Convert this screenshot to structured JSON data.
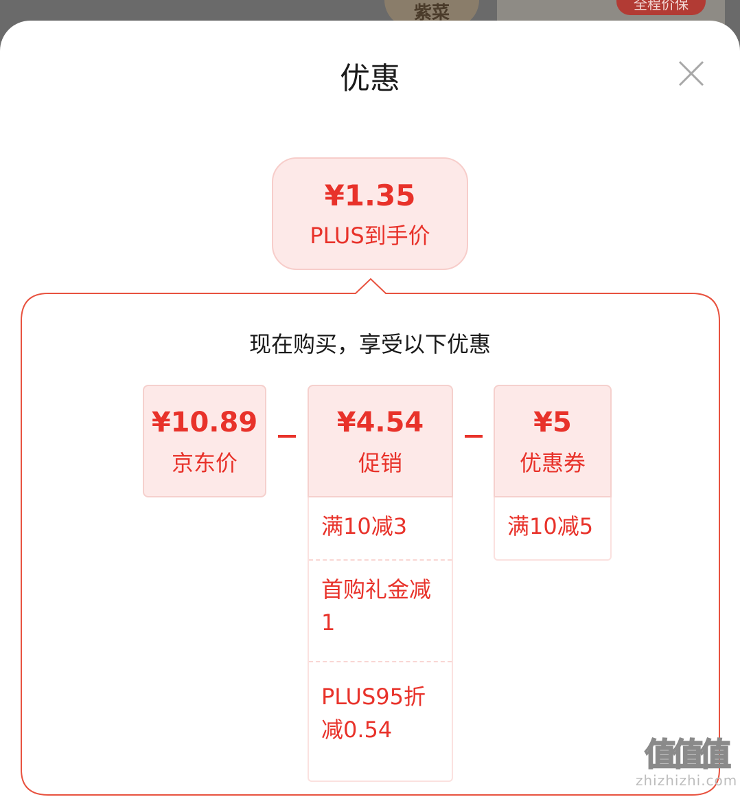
{
  "background": {
    "badge_text": "紫菜",
    "pill_text": "全程价保"
  },
  "sheet": {
    "title": "优惠",
    "close_icon": "close-icon"
  },
  "final_price": {
    "value": "¥1.35",
    "label": "PLUS到手价"
  },
  "breakdown": {
    "heading": "现在购买，享受以下优惠",
    "cards": [
      {
        "value": "¥10.89",
        "label": "京东价"
      },
      {
        "value": "¥4.54",
        "label": "促销"
      },
      {
        "value": "¥5",
        "label": "优惠券"
      }
    ],
    "promo_items": [
      "满10减3",
      "首购礼金减1",
      "PLUS95折减0.54"
    ],
    "coupon_items": [
      "满10减5"
    ]
  },
  "watermark": {
    "logo": "值值值",
    "url": "zhizhizhi.com"
  },
  "colors": {
    "accent": "#e8322a",
    "card_bg": "#fde9e8",
    "panel_border": "#e8523f"
  }
}
